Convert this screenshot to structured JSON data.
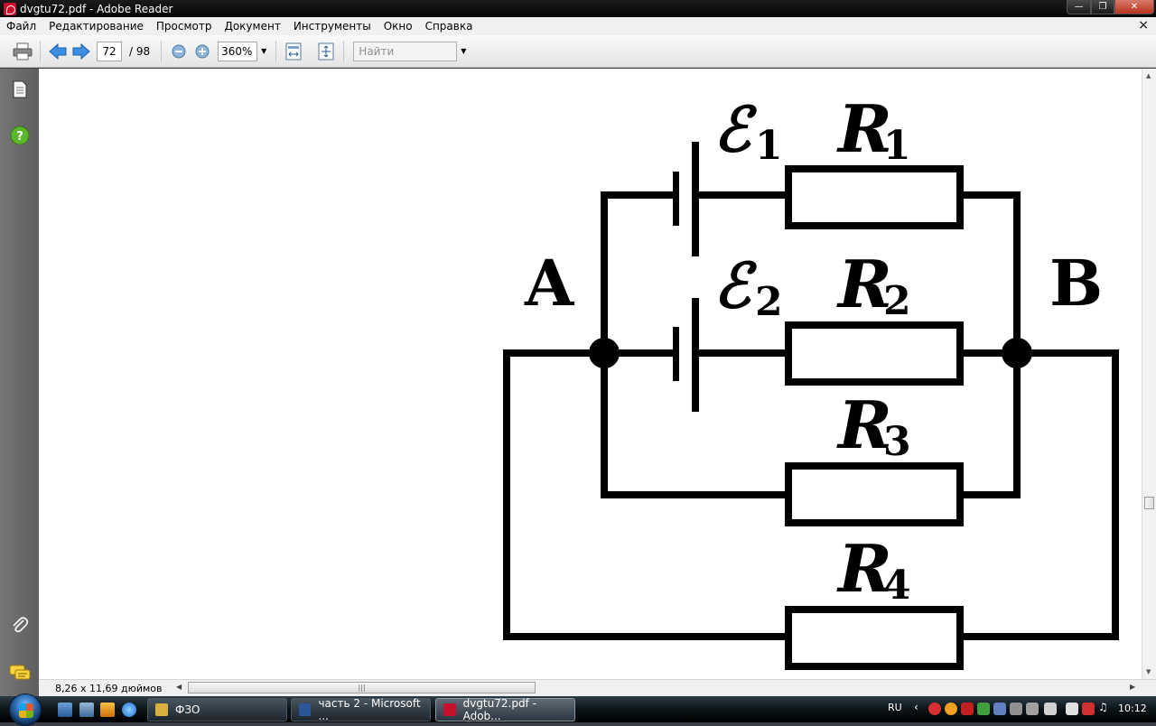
{
  "window": {
    "title": "dvgtu72.pdf - Adobe Reader",
    "controls": [
      "minimize",
      "maximize",
      "close"
    ]
  },
  "menu": {
    "items": [
      "Файл",
      "Редактирование",
      "Просмотр",
      "Документ",
      "Инструменты",
      "Окно",
      "Справка"
    ],
    "doc_close": "×"
  },
  "toolbar": {
    "page_current": "72",
    "page_total": "/  98",
    "zoom": "360%",
    "search_placeholder": "Найти",
    "icons": [
      "print-icon",
      "previous-page-icon",
      "next-page-icon",
      "zoom-out-icon",
      "zoom-in-icon",
      "fit-width-icon",
      "fit-page-icon"
    ]
  },
  "nav_panel": {
    "icons": [
      "pages-icon",
      "help-icon",
      "attachments-icon",
      "comments-icon"
    ]
  },
  "document": {
    "node_a": "A",
    "node_b": "B",
    "emf1": "ℰ",
    "emf1_sub": "1",
    "emf2": "ℰ",
    "emf2_sub": "2",
    "r1": "R",
    "r1_sub": "1",
    "r2": "R",
    "r2_sub": "2",
    "r3": "R",
    "r3_sub": "3",
    "r4": "R",
    "r4_sub": "4"
  },
  "status": {
    "page_size": "8,26 x 11,69 дюймов"
  },
  "taskbar": {
    "tasks": [
      {
        "label": "ФЗО",
        "active": false,
        "color": "#d8b040"
      },
      {
        "label": "часть 2 - Microsoft ...",
        "active": false,
        "color": "#2b5797"
      },
      {
        "label": "dvgtu72.pdf - Adob...",
        "active": true,
        "color": "#c8102e"
      }
    ],
    "language": "RU",
    "time": "10:12"
  }
}
